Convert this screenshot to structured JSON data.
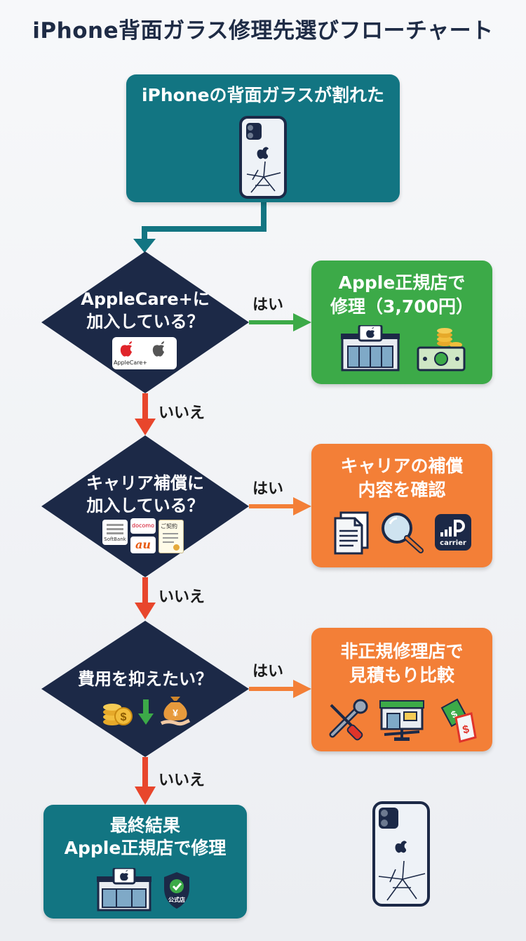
{
  "title": "iPhone背面ガラス修理先選びフローチャート",
  "start": {
    "label": "iPhoneの背面ガラスが割れた"
  },
  "decisions": [
    {
      "line1": "AppleCare+に",
      "line2": "加入している？",
      "badge": "AppleCare+"
    },
    {
      "line1": "キャリア補償に",
      "line2": "加入している？",
      "carriers": [
        "SoftBank",
        "docomo",
        "au"
      ],
      "contract": "ご契約"
    },
    {
      "line1": "費用を抑えたい？"
    }
  ],
  "outcomes": [
    {
      "line1": "Apple正規店で",
      "line2": "修理（3,700円）",
      "color": "#3caa48"
    },
    {
      "line1": "キャリアの補償",
      "line2": "内容を確認",
      "color": "#f37f37",
      "app_label": "carrier"
    },
    {
      "line1": "非正規修理店で",
      "line2": "見積もり比較",
      "color": "#f37f37"
    }
  ],
  "final": {
    "line1": "最終結果",
    "line2": "Apple正規店で修理",
    "shield_text": "公式店"
  },
  "labels": {
    "yes": "はい",
    "no": "いいえ"
  },
  "colors": {
    "navy": "#1c2947",
    "teal": "#127582",
    "green": "#3caa48",
    "orange": "#f37f37",
    "red": "#e8462c"
  },
  "icons": [
    "iphone-cracked-icon",
    "apple-store-icon",
    "money-icon",
    "document-icon",
    "magnifier-icon",
    "carrier-app-icon",
    "tools-icon",
    "repair-shop-icon",
    "price-tag-icon",
    "coins-icon",
    "down-arrow-icon",
    "money-bag-icon",
    "shield-check-icon"
  ]
}
